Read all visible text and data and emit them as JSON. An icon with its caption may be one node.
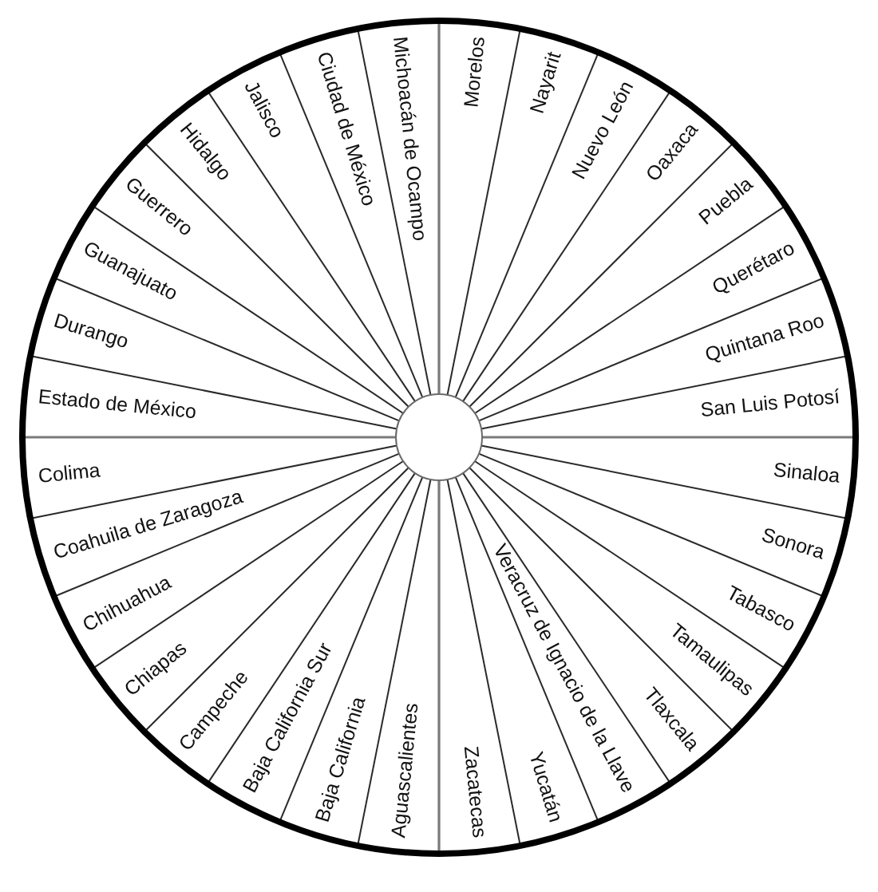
{
  "diagram": {
    "nodes": [
      {
        "text": [
          "Morelos"
        ]
      },
      {
        "text": [
          "Nayarit"
        ]
      },
      {
        "text": [
          "Nuevo León"
        ]
      },
      {
        "text": [
          "Oaxaca"
        ]
      },
      {
        "text": [
          "Puebla"
        ]
      },
      {
        "text": [
          "Querétaro"
        ]
      },
      {
        "text": [
          "Quintana Roo"
        ]
      },
      {
        "text": [
          "San Luis Potosí"
        ]
      },
      {
        "text": [
          "Sinaloa"
        ]
      },
      {
        "text": [
          "Sonora"
        ]
      },
      {
        "text": [
          "Tabasco"
        ]
      },
      {
        "text": [
          "Tamaulipas"
        ]
      },
      {
        "text": [
          "Tlaxcala"
        ]
      },
      {
        "text": [
          "Veracruz de Ignacio de la Llave"
        ]
      },
      {
        "text": [
          "Yucatán"
        ]
      },
      {
        "text": [
          "Zacatecas"
        ]
      },
      {
        "text": [
          "Aguascalientes"
        ]
      },
      {
        "text": [
          "Baja California"
        ]
      },
      {
        "text": [
          "Baja California Sur"
        ]
      },
      {
        "text": [
          "Campeche"
        ]
      },
      {
        "text": [
          "Chiapas"
        ]
      },
      {
        "text": [
          "Chihuahua"
        ]
      },
      {
        "text": [
          "Coahuila de Zaragoza"
        ]
      },
      {
        "text": [
          "Colima"
        ]
      },
      {
        "text": [
          "Estado de México"
        ]
      },
      {
        "text": [
          "Durango"
        ]
      },
      {
        "text": [
          "Guanajuato"
        ]
      },
      {
        "text": [
          "Guerrero"
        ]
      },
      {
        "text": [
          "Hidalgo"
        ]
      },
      {
        "text": [
          "Jalisco"
        ]
      },
      {
        "text": [
          "Ciudad de México"
        ]
      },
      {
        "text": [
          "Michoacán de Ocampo"
        ]
      }
    ]
  }
}
